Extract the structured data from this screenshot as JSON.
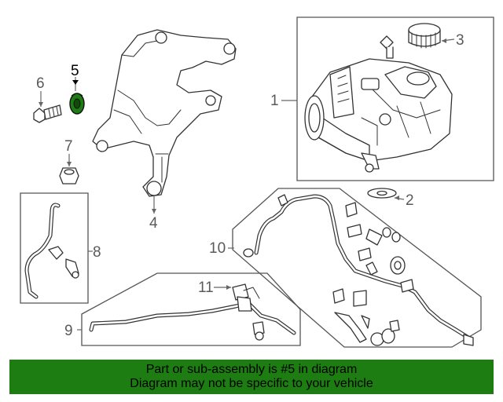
{
  "diagram": {
    "callouts": {
      "c1": "1",
      "c2": "2",
      "c3": "3",
      "c4": "4",
      "c5": "5",
      "c6": "6",
      "c7": "7",
      "c8": "8",
      "c9": "9",
      "c10": "10",
      "c11": "11"
    },
    "highlight_callout": "5",
    "highlight_color": "#000000",
    "callout_color": "#5a5a5a"
  },
  "banner": {
    "line1": "Part or sub-assembly is #5 in diagram",
    "line2": "Diagram may not be specific to your vehicle",
    "background": "#1e7d12"
  }
}
